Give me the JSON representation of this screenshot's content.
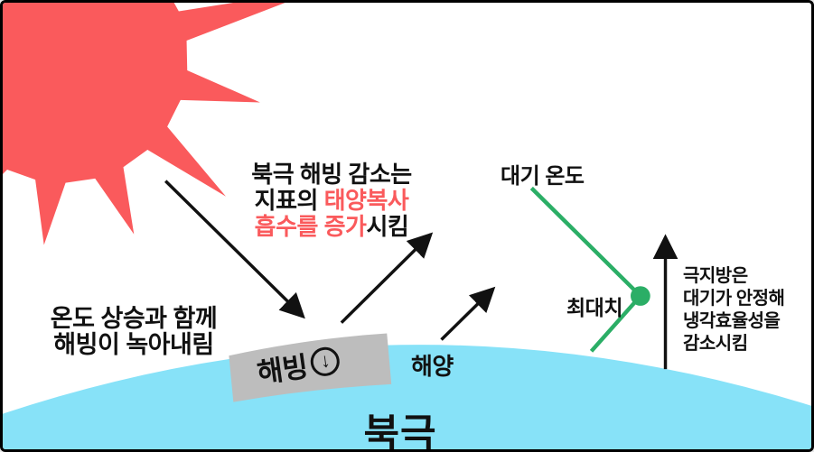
{
  "colors": {
    "sun_red": "#FA5A5C",
    "accent_red": "#FA5A5C",
    "ocean_cyan": "#87E2F8",
    "ice_gray": "#BDBDBD",
    "line_green": "#2BAE66",
    "ink": "#111111"
  },
  "melt_note": {
    "line1": "온도 상승과 함께",
    "line2": "해빙이 녹아내림"
  },
  "absorb_note": {
    "line1": "북극 해빙 감소는",
    "line2_black": "지표의 ",
    "line2_red": "태양복사",
    "line3_red": "흡수를 증가",
    "line3_black": "시킴"
  },
  "profile": {
    "air_temp_label": "대기 온도",
    "max_label": "최대치"
  },
  "stability_note": {
    "line1": "극지방은",
    "line2": "대기가 안정해",
    "line3": "냉각효율성을",
    "line4": "감소시킴"
  },
  "surface": {
    "sea_ice_label": "해빙",
    "sea_ice_trend_glyph": "↓",
    "ocean_label": "해양",
    "arctic_label": "북극"
  }
}
